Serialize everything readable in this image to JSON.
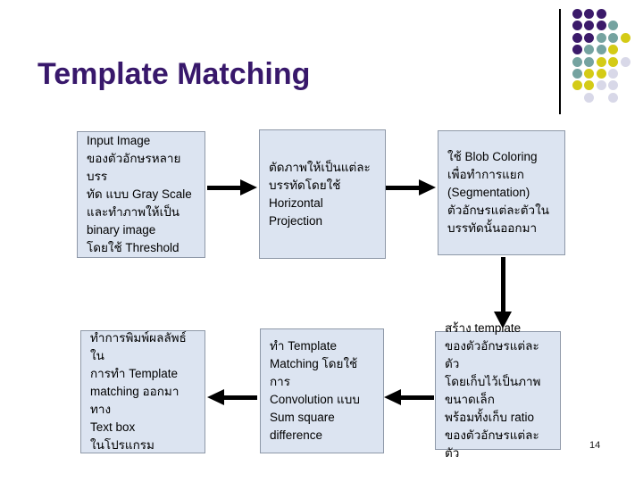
{
  "slide": {
    "title": "Template Matching",
    "title_color": "#38186B",
    "page_number": "14"
  },
  "decoration": {
    "dot_colors": {
      "P": "#3B1A6A",
      "T": "#75A3A0",
      "Y": "#D4CB16",
      "L": "#D8D8E8"
    },
    "dot_rows": [
      "PPP..",
      "PPPT.",
      "PPTTY",
      "PTTY.",
      "TTYYL",
      "TYYL.",
      "YYLL.",
      ".L.L."
    ]
  },
  "flowchart": {
    "box_fill": "#DCE4F1",
    "box_border": "#8E98A8",
    "arrow_color": "#000000",
    "boxes": [
      {
        "id": "box-1",
        "text": "Input Image\nของตัวอักษรหลายบรร\nทัด แบบ Gray Scale\nและทำภาพให้เป็น\nbinary image\nโดยใช้ Threshold"
      },
      {
        "id": "box-2",
        "text": "ตัดภาพให้เป็นแต่ละ\nบรรทัดโดยใช้\nHorizontal\nProjection"
      },
      {
        "id": "box-3",
        "text": "ใช้ Blob Coloring\nเพื่อทำการแยก\n(Segmentation)\nตัวอักษรแต่ละตัวใน\nบรรทัดนั้นออกมา"
      },
      {
        "id": "box-4",
        "text": "สร้าง template\nของตัวอักษรแต่ละตัว\nโดยเก็บไว้เป็นภาพ\nขนาดเล็ก\nพร้อมทั้งเก็บ ratio\nของตัวอักษรแต่ละตัว"
      },
      {
        "id": "box-5",
        "text": "ทำ Template\nMatching โดยใช้การ\nConvolution แบบ\nSum square\ndifference"
      },
      {
        "id": "box-6",
        "text": "ทำการพิมพ์ผลลัพธ์ใน\nการทำ Template\nmatching ออกมาทาง\nText box\nในโปรแกรม"
      }
    ],
    "arrows": [
      {
        "from": "box-1",
        "to": "box-2",
        "direction": "right"
      },
      {
        "from": "box-2",
        "to": "box-3",
        "direction": "right"
      },
      {
        "from": "box-3",
        "to": "box-4",
        "direction": "down"
      },
      {
        "from": "box-4",
        "to": "box-5",
        "direction": "left"
      },
      {
        "from": "box-5",
        "to": "box-6",
        "direction": "left"
      }
    ]
  }
}
